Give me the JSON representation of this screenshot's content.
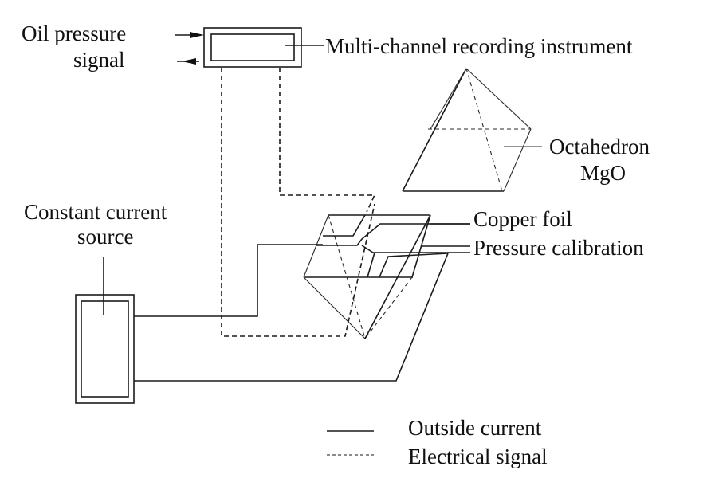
{
  "diagram": {
    "labels": {
      "oil_pressure_line1": "Oil pressure",
      "oil_pressure_line2": "signal",
      "recorder": "Multi-channel recording instrument",
      "octahedron_line1": "Octahedron",
      "octahedron_line2": "MgO",
      "current_source_line1": "Constant current",
      "current_source_line2": "source",
      "copper_foil": "Copper foil",
      "pressure_calibration": "Pressure calibration"
    },
    "legend": [
      {
        "style": "solid",
        "label": "Outside current"
      },
      {
        "style": "dashed",
        "label": "Electrical signal"
      }
    ],
    "line_color": "#1a1a1a",
    "background": "#ffffff"
  }
}
